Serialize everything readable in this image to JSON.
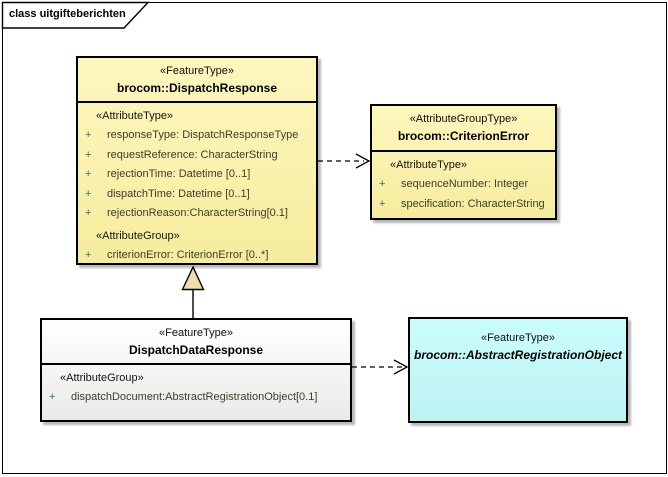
{
  "frame": {
    "label": "class uitgifteberichten"
  },
  "colors": {
    "class_fill_yellow": "#F9F1AC",
    "class_fill_white": "#F4F4F2",
    "class_fill_cyan": "#C5F9F8",
    "triangle_fill": "#F0DCAC",
    "border": "#000000",
    "visibility_plus": "#2E6E8C",
    "attribute_text": "#3F3D2E"
  },
  "classes": {
    "dispatch_response": {
      "stereotype": "«FeatureType»",
      "name": "brocom::DispatchResponse",
      "attr_type_header": "«AttributeType»",
      "attrs": [
        {
          "v": "+",
          "t": "responseType: DispatchResponseType"
        },
        {
          "v": "+",
          "t": "requestReference: CharacterString"
        },
        {
          "v": "+",
          "t": "rejectionTime: Datetime [0..1]"
        },
        {
          "v": "+",
          "t": "dispatchTime: Datetime [0..1]"
        },
        {
          "v": "+",
          "t": "rejectionReason:CharacterString[0.1]"
        }
      ],
      "attr_group_header": "«AttributeGroup»",
      "group_attrs": [
        {
          "v": "+",
          "t": "criterionError: CriterionError [0..*]"
        }
      ]
    },
    "criterion_error": {
      "stereotype": "«AttributeGroupType»",
      "name": "brocom::CriterionError",
      "attr_type_header": "«AttributeType»",
      "attrs": [
        {
          "v": "+",
          "t": "sequenceNumber: Integer"
        },
        {
          "v": "+",
          "t": "specification: CharacterString"
        }
      ]
    },
    "dispatch_data_response": {
      "stereotype": "«FeatureType»",
      "name": "DispatchDataResponse",
      "attr_group_header": "«AttributeGroup»",
      "attrs": [
        {
          "v": "+",
          "t": "dispatchDocument:AbstractRegistrationObject[0.1]"
        }
      ]
    },
    "abstract_registration_object": {
      "stereotype": "«FeatureType»",
      "name": "brocom::AbstractRegistrationObject"
    }
  },
  "connectors": [
    {
      "type": "generalization",
      "from": "DispatchDataResponse",
      "to": "brocom::DispatchResponse"
    },
    {
      "type": "dashed-dependency-arrow",
      "from": "brocom::DispatchResponse",
      "to": "brocom::CriterionError"
    },
    {
      "type": "dashed-dependency-arrow",
      "from": "DispatchDataResponse",
      "to": "brocom::AbstractRegistrationObject"
    }
  ]
}
